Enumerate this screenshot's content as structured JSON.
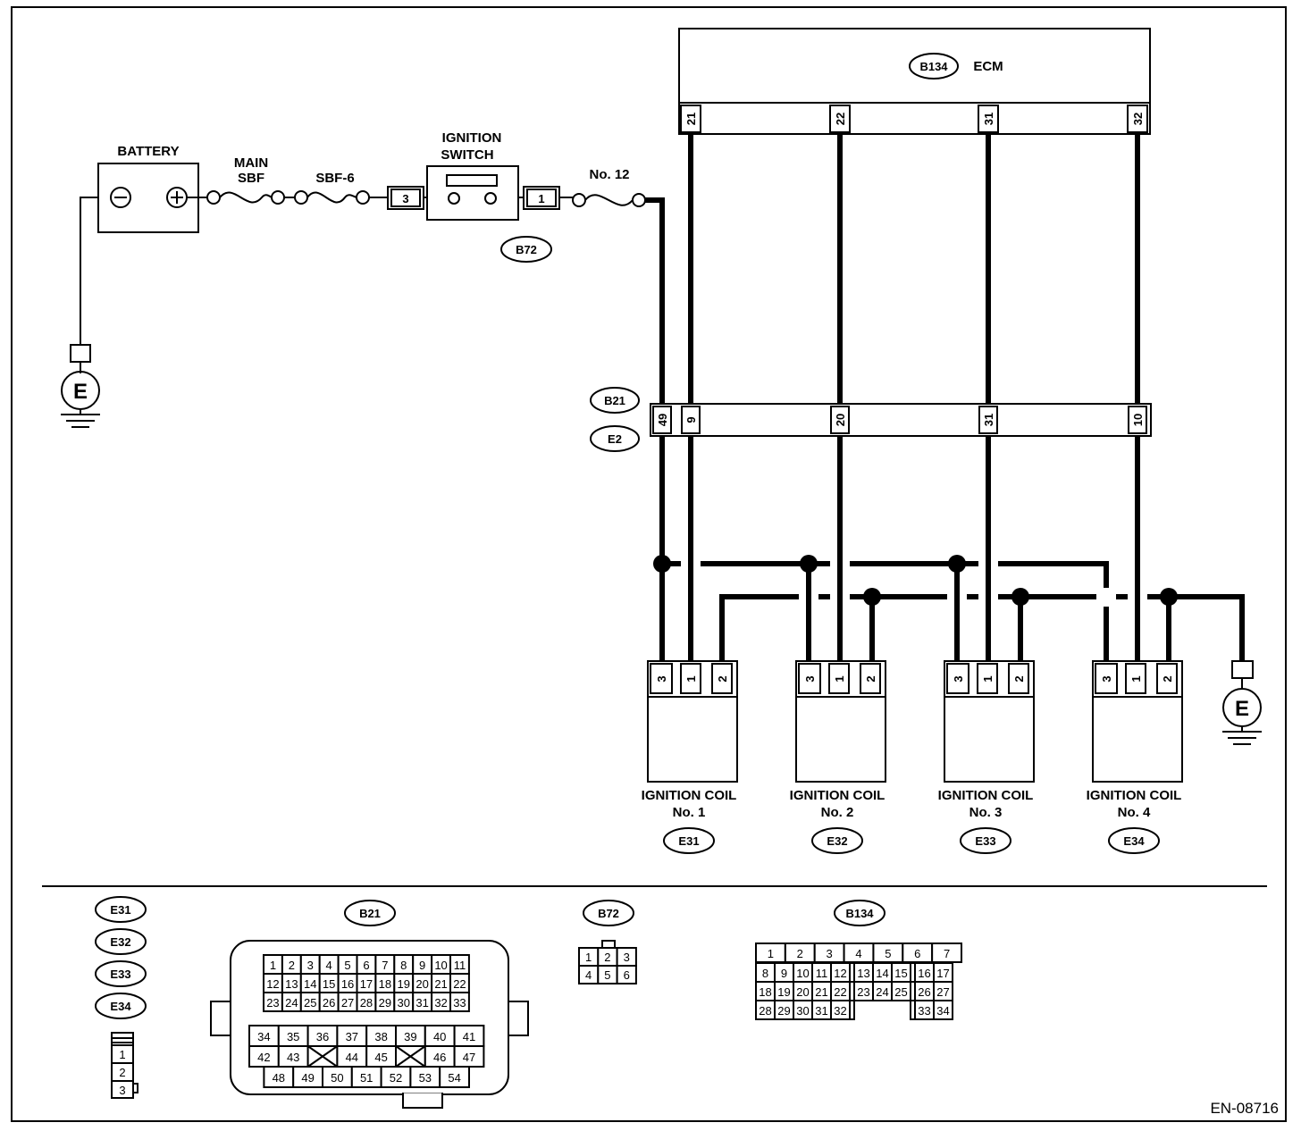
{
  "battery_label": "BATTERY",
  "main_sbf_label": [
    "MAIN",
    "SBF"
  ],
  "sbf6_label": "SBF-6",
  "ignition_switch_label": [
    "IGNITION",
    "SWITCH"
  ],
  "ign_pin_in": "3",
  "ign_pin_out": "1",
  "fuse_no12_label": "No. 12",
  "ecm": {
    "connector": "B134",
    "label": "ECM",
    "pins": [
      "21",
      "22",
      "31",
      "32"
    ]
  },
  "b72_label": "B72",
  "b21_label": "B21",
  "e2_label": "E2",
  "b21_pins": [
    "49",
    "9",
    "20",
    "31",
    "10"
  ],
  "ground_label": "E",
  "coils": [
    {
      "name": "IGNITION COIL",
      "num": "No. 1",
      "conn": "E31",
      "pins": [
        "3",
        "1",
        "2"
      ]
    },
    {
      "name": "IGNITION COIL",
      "num": "No. 2",
      "conn": "E32",
      "pins": [
        "3",
        "1",
        "2"
      ]
    },
    {
      "name": "IGNITION COIL",
      "num": "No. 3",
      "conn": "E33",
      "pins": [
        "3",
        "1",
        "2"
      ]
    },
    {
      "name": "IGNITION COIL",
      "num": "No. 4",
      "conn": "E34",
      "pins": [
        "3",
        "1",
        "2"
      ]
    }
  ],
  "legend": {
    "coil_connectors": [
      "E31",
      "E32",
      "E33",
      "E34"
    ],
    "coil_pins": [
      "1",
      "2",
      "3"
    ],
    "b21": {
      "title": "B21",
      "top_rows": [
        [
          "1",
          "2",
          "3",
          "4",
          "5",
          "6",
          "7",
          "8",
          "9",
          "10",
          "11"
        ],
        [
          "12",
          "13",
          "14",
          "15",
          "16",
          "17",
          "18",
          "19",
          "20",
          "21",
          "22"
        ],
        [
          "23",
          "24",
          "25",
          "26",
          "27",
          "28",
          "29",
          "30",
          "31",
          "32",
          "33"
        ]
      ],
      "bottom_rows": [
        [
          "34",
          "35",
          "36",
          "37",
          "38",
          "39",
          "40",
          "41"
        ],
        [
          "42",
          "43",
          "",
          "44",
          "45",
          "",
          "46",
          "47"
        ],
        [
          "48",
          "49",
          "50",
          "51",
          "52",
          "53",
          "54"
        ]
      ]
    },
    "b72": {
      "title": "B72",
      "rows": [
        [
          "1",
          "2",
          "3"
        ],
        [
          "4",
          "5",
          "6"
        ]
      ]
    },
    "b134": {
      "title": "B134",
      "row1": [
        "1",
        "2",
        "3",
        "4",
        "5",
        "6",
        "7"
      ],
      "rows": [
        [
          "8",
          "9",
          "10",
          "11",
          "12",
          "",
          "13",
          "14",
          "15",
          "",
          "16",
          "17"
        ],
        [
          "18",
          "19",
          "20",
          "21",
          "22",
          "",
          "23",
          "24",
          "25",
          "",
          "26",
          "27"
        ],
        [
          "28",
          "29",
          "30",
          "31",
          "32",
          "",
          "",
          "",
          "",
          "",
          "33",
          "34"
        ]
      ]
    }
  },
  "figure_id": "EN-08716"
}
